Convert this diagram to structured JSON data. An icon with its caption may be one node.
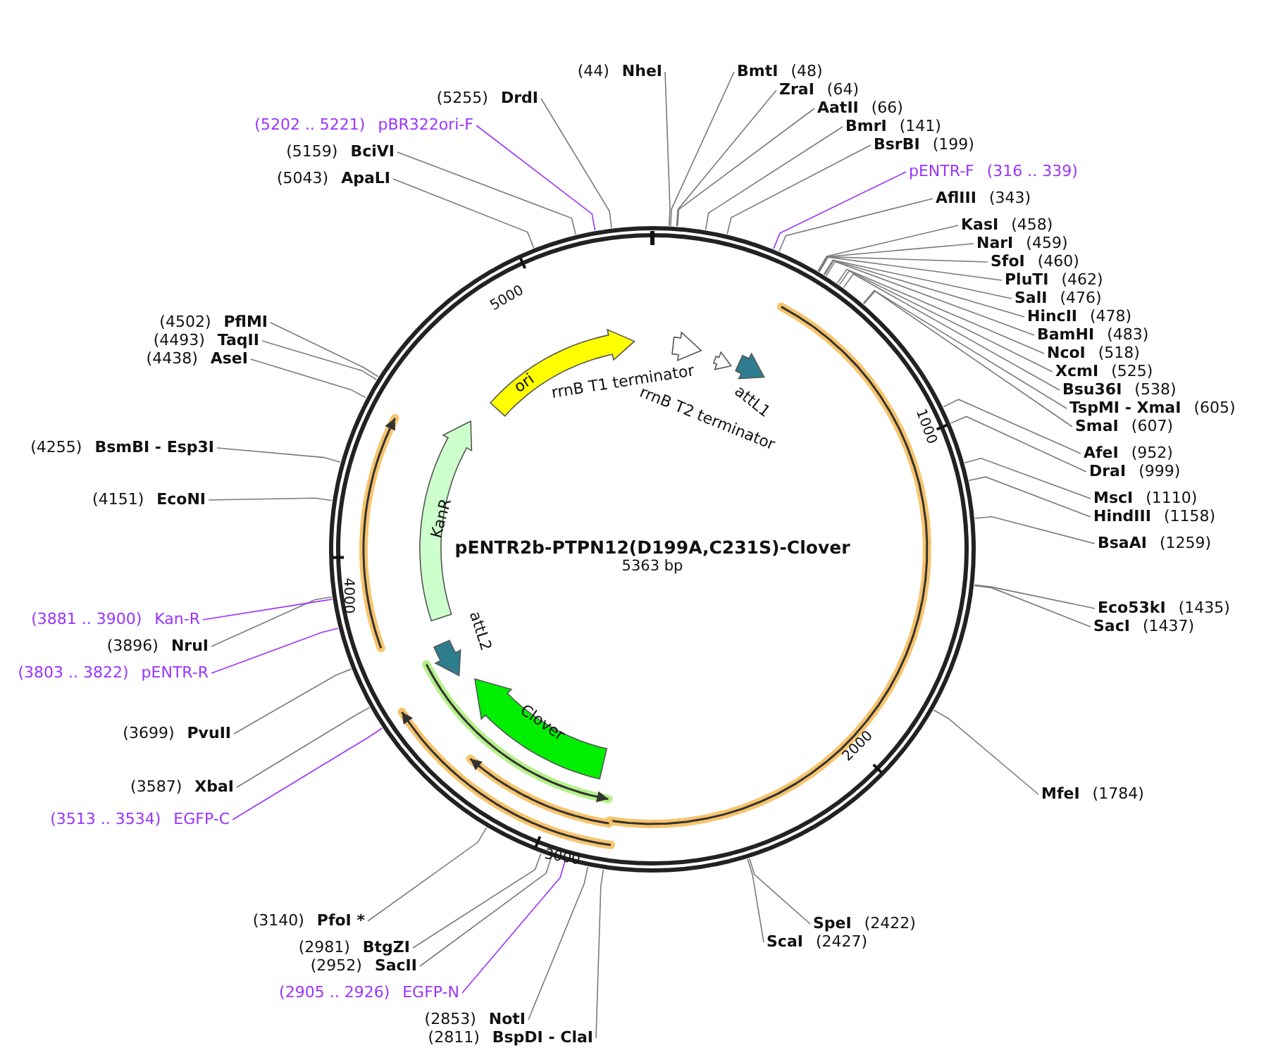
{
  "diagram": {
    "nodes": [
      {
        "text": [
          "pENTR2b-PTPN12(D199A,C231S)-Clover",
          "5363 bp"
        ]
      },
      {
        "text": [
          "NheI"
        ],
        "beside": [
          "(44)"
        ]
      },
      {
        "text": [
          "BmtI"
        ],
        "beside": [
          "(48)"
        ]
      },
      {
        "text": [
          "ZraI"
        ],
        "beside": [
          "(64)"
        ]
      },
      {
        "text": [
          "AatII"
        ],
        "beside": [
          "(66)"
        ]
      },
      {
        "text": [
          "BmrI"
        ],
        "beside": [
          "(141)"
        ]
      },
      {
        "text": [
          "BsrBI"
        ],
        "beside": [
          "(199)"
        ]
      },
      {
        "text": [
          "pENTR-F"
        ],
        "beside": [
          "(316 .. 339)"
        ]
      },
      {
        "text": [
          "AflIII"
        ],
        "beside": [
          "(343)"
        ]
      },
      {
        "text": [
          "KasI"
        ],
        "beside": [
          "(458)"
        ]
      },
      {
        "text": [
          "NarI"
        ],
        "beside": [
          "(459)"
        ]
      },
      {
        "text": [
          "SfoI"
        ],
        "beside": [
          "(460)"
        ]
      },
      {
        "text": [
          "PluTI"
        ],
        "beside": [
          "(462)"
        ]
      },
      {
        "text": [
          "SalI"
        ],
        "beside": [
          "(476)"
        ]
      },
      {
        "text": [
          "HincII"
        ],
        "beside": [
          "(478)"
        ]
      },
      {
        "text": [
          "BamHI"
        ],
        "beside": [
          "(483)"
        ]
      },
      {
        "text": [
          "NcoI"
        ],
        "beside": [
          "(518)"
        ]
      },
      {
        "text": [
          "XcmI"
        ],
        "beside": [
          "(525)"
        ]
      },
      {
        "text": [
          "Bsu36I"
        ],
        "beside": [
          "(538)"
        ]
      },
      {
        "text": [
          "TspMI - XmaI"
        ],
        "beside": [
          "(605)"
        ]
      },
      {
        "text": [
          "SmaI"
        ],
        "beside": [
          "(607)"
        ]
      },
      {
        "text": [
          "AfeI"
        ],
        "beside": [
          "(952)"
        ]
      },
      {
        "text": [
          "DraI"
        ],
        "beside": [
          "(999)"
        ]
      },
      {
        "text": [
          "MscI"
        ],
        "beside": [
          "(1110)"
        ]
      },
      {
        "text": [
          "HindIII"
        ],
        "beside": [
          "(1158)"
        ]
      },
      {
        "text": [
          "BsaAI"
        ],
        "beside": [
          "(1259)"
        ]
      },
      {
        "text": [
          "Eco53kI"
        ],
        "beside": [
          "(1435)"
        ]
      },
      {
        "text": [
          "SacI"
        ],
        "beside": [
          "(1437)"
        ]
      },
      {
        "text": [
          "MfeI"
        ],
        "beside": [
          "(1784)"
        ]
      },
      {
        "text": [
          "SpeI"
        ],
        "beside": [
          "(2422)"
        ]
      },
      {
        "text": [
          "ScaI"
        ],
        "beside": [
          "(2427)"
        ]
      },
      {
        "text": [
          "BspDI - ClaI"
        ],
        "beside": [
          "(2811)"
        ]
      },
      {
        "text": [
          "NotI"
        ],
        "beside": [
          "(2853)"
        ]
      },
      {
        "text": [
          "EGFP-N"
        ],
        "beside": [
          "(2905 .. 2926)"
        ]
      },
      {
        "text": [
          "SacII"
        ],
        "beside": [
          "(2952)"
        ]
      },
      {
        "text": [
          "BtgZI"
        ],
        "beside": [
          "(2981)"
        ]
      },
      {
        "text": [
          "PfoI *"
        ],
        "beside": [
          "(3140)"
        ]
      },
      {
        "text": [
          "EGFP-C"
        ],
        "beside": [
          "(3513 .. 3534)"
        ]
      },
      {
        "text": [
          "XbaI"
        ],
        "beside": [
          "(3587)"
        ]
      },
      {
        "text": [
          "PvuII"
        ],
        "beside": [
          "(3699)"
        ]
      },
      {
        "text": [
          "pENTR-R"
        ],
        "beside": [
          "(3803 .. 3822)"
        ]
      },
      {
        "text": [
          "NruI"
        ],
        "beside": [
          "(3896)"
        ]
      },
      {
        "text": [
          "Kan-R"
        ],
        "beside": [
          "(3881 .. 3900)"
        ]
      },
      {
        "text": [
          "EcoNI"
        ],
        "beside": [
          "(4151)"
        ]
      },
      {
        "text": [
          "BsmBI - Esp3I"
        ],
        "beside": [
          "(4255)"
        ]
      },
      {
        "text": [
          "AseI"
        ],
        "beside": [
          "(4438)"
        ]
      },
      {
        "text": [
          "TaqII"
        ],
        "beside": [
          "(4493)"
        ]
      },
      {
        "text": [
          "PflMI"
        ],
        "beside": [
          "(4502)"
        ]
      },
      {
        "text": [
          "ApaLI"
        ],
        "beside": [
          "(5043)"
        ]
      },
      {
        "text": [
          "BciVI"
        ],
        "beside": [
          "(5159)"
        ]
      },
      {
        "text": [
          "pBR322ori-F"
        ],
        "beside": [
          "(5202 .. 5221)"
        ]
      },
      {
        "text": [
          "DrdI"
        ],
        "beside": [
          "(5255)"
        ]
      },
      {
        "text": [
          "ori"
        ],
        "in": 0
      },
      {
        "text": [
          "rrnB T1 terminator"
        ],
        "in": 0
      },
      {
        "text": [
          "rrnB T2 terminator"
        ],
        "in": 0
      },
      {
        "text": [
          "attL1"
        ],
        "in": 0
      },
      {
        "text": [
          "KanR"
        ],
        "in": 0
      },
      {
        "text": [
          "attL2"
        ],
        "in": 0
      },
      {
        "text": [
          "Clover"
        ],
        "in": 0
      }
    ],
    "edges": [
      {
        "from": 1,
        "to": 0,
        "arrow": "none"
      },
      {
        "from": 2,
        "to": 0,
        "arrow": "none"
      },
      {
        "from": 3,
        "to": 0,
        "arrow": "none"
      },
      {
        "from": 4,
        "to": 0,
        "arrow": "none"
      },
      {
        "from": 5,
        "to": 0,
        "arrow": "none"
      },
      {
        "from": 6,
        "to": 0,
        "arrow": "none"
      },
      {
        "from": 7,
        "to": 0,
        "arrow": "none",
        "color": "#9933ff"
      },
      {
        "from": 8,
        "to": 0,
        "arrow": "none"
      },
      {
        "from": 9,
        "to": 0,
        "arrow": "none"
      },
      {
        "from": 10,
        "to": 0,
        "arrow": "none"
      },
      {
        "from": 11,
        "to": 0,
        "arrow": "none"
      },
      {
        "from": 12,
        "to": 0,
        "arrow": "none"
      },
      {
        "from": 13,
        "to": 0,
        "arrow": "none"
      },
      {
        "from": 14,
        "to": 0,
        "arrow": "none"
      },
      {
        "from": 15,
        "to": 0,
        "arrow": "none"
      },
      {
        "from": 16,
        "to": 0,
        "arrow": "none"
      },
      {
        "from": 17,
        "to": 0,
        "arrow": "none"
      },
      {
        "from": 18,
        "to": 0,
        "arrow": "none"
      },
      {
        "from": 19,
        "to": 0,
        "arrow": "none"
      },
      {
        "from": 20,
        "to": 0,
        "arrow": "none"
      },
      {
        "from": 21,
        "to": 0,
        "arrow": "none"
      },
      {
        "from": 22,
        "to": 0,
        "arrow": "none"
      },
      {
        "from": 23,
        "to": 0,
        "arrow": "none"
      },
      {
        "from": 24,
        "to": 0,
        "arrow": "none"
      },
      {
        "from": 25,
        "to": 0,
        "arrow": "none"
      },
      {
        "from": 26,
        "to": 0,
        "arrow": "none"
      },
      {
        "from": 27,
        "to": 0,
        "arrow": "none"
      },
      {
        "from": 28,
        "to": 0,
        "arrow": "none"
      },
      {
        "from": 29,
        "to": 0,
        "arrow": "none"
      },
      {
        "from": 30,
        "to": 0,
        "arrow": "none"
      },
      {
        "from": 31,
        "to": 0,
        "arrow": "none"
      },
      {
        "from": 32,
        "to": 0,
        "arrow": "none"
      },
      {
        "from": 33,
        "to": 0,
        "arrow": "none",
        "color": "#9933ff"
      },
      {
        "from": 34,
        "to": 0,
        "arrow": "none"
      },
      {
        "from": 35,
        "to": 0,
        "arrow": "none"
      },
      {
        "from": 36,
        "to": 0,
        "arrow": "none"
      },
      {
        "from": 37,
        "to": 0,
        "arrow": "none",
        "color": "#9933ff"
      },
      {
        "from": 38,
        "to": 0,
        "arrow": "none"
      },
      {
        "from": 39,
        "to": 0,
        "arrow": "none"
      },
      {
        "from": 40,
        "to": 0,
        "arrow": "none",
        "color": "#9933ff"
      },
      {
        "from": 41,
        "to": 0,
        "arrow": "none"
      },
      {
        "from": 42,
        "to": 0,
        "arrow": "none",
        "color": "#9933ff"
      },
      {
        "from": 43,
        "to": 0,
        "arrow": "none"
      },
      {
        "from": 44,
        "to": 0,
        "arrow": "none"
      },
      {
        "from": 45,
        "to": 0,
        "arrow": "none"
      },
      {
        "from": 46,
        "to": 0,
        "arrow": "none"
      },
      {
        "from": 47,
        "to": 0,
        "arrow": "none"
      },
      {
        "from": 48,
        "to": 0,
        "arrow": "none"
      },
      {
        "from": 49,
        "to": 0,
        "arrow": "none"
      },
      {
        "from": 50,
        "to": 0,
        "arrow": "none",
        "color": "#9933ff"
      },
      {
        "from": 51,
        "to": 0,
        "arrow": "none"
      }
    ],
    "labels": [
      "1000",
      "2000",
      "3000",
      "4000",
      "5000"
    ]
  }
}
